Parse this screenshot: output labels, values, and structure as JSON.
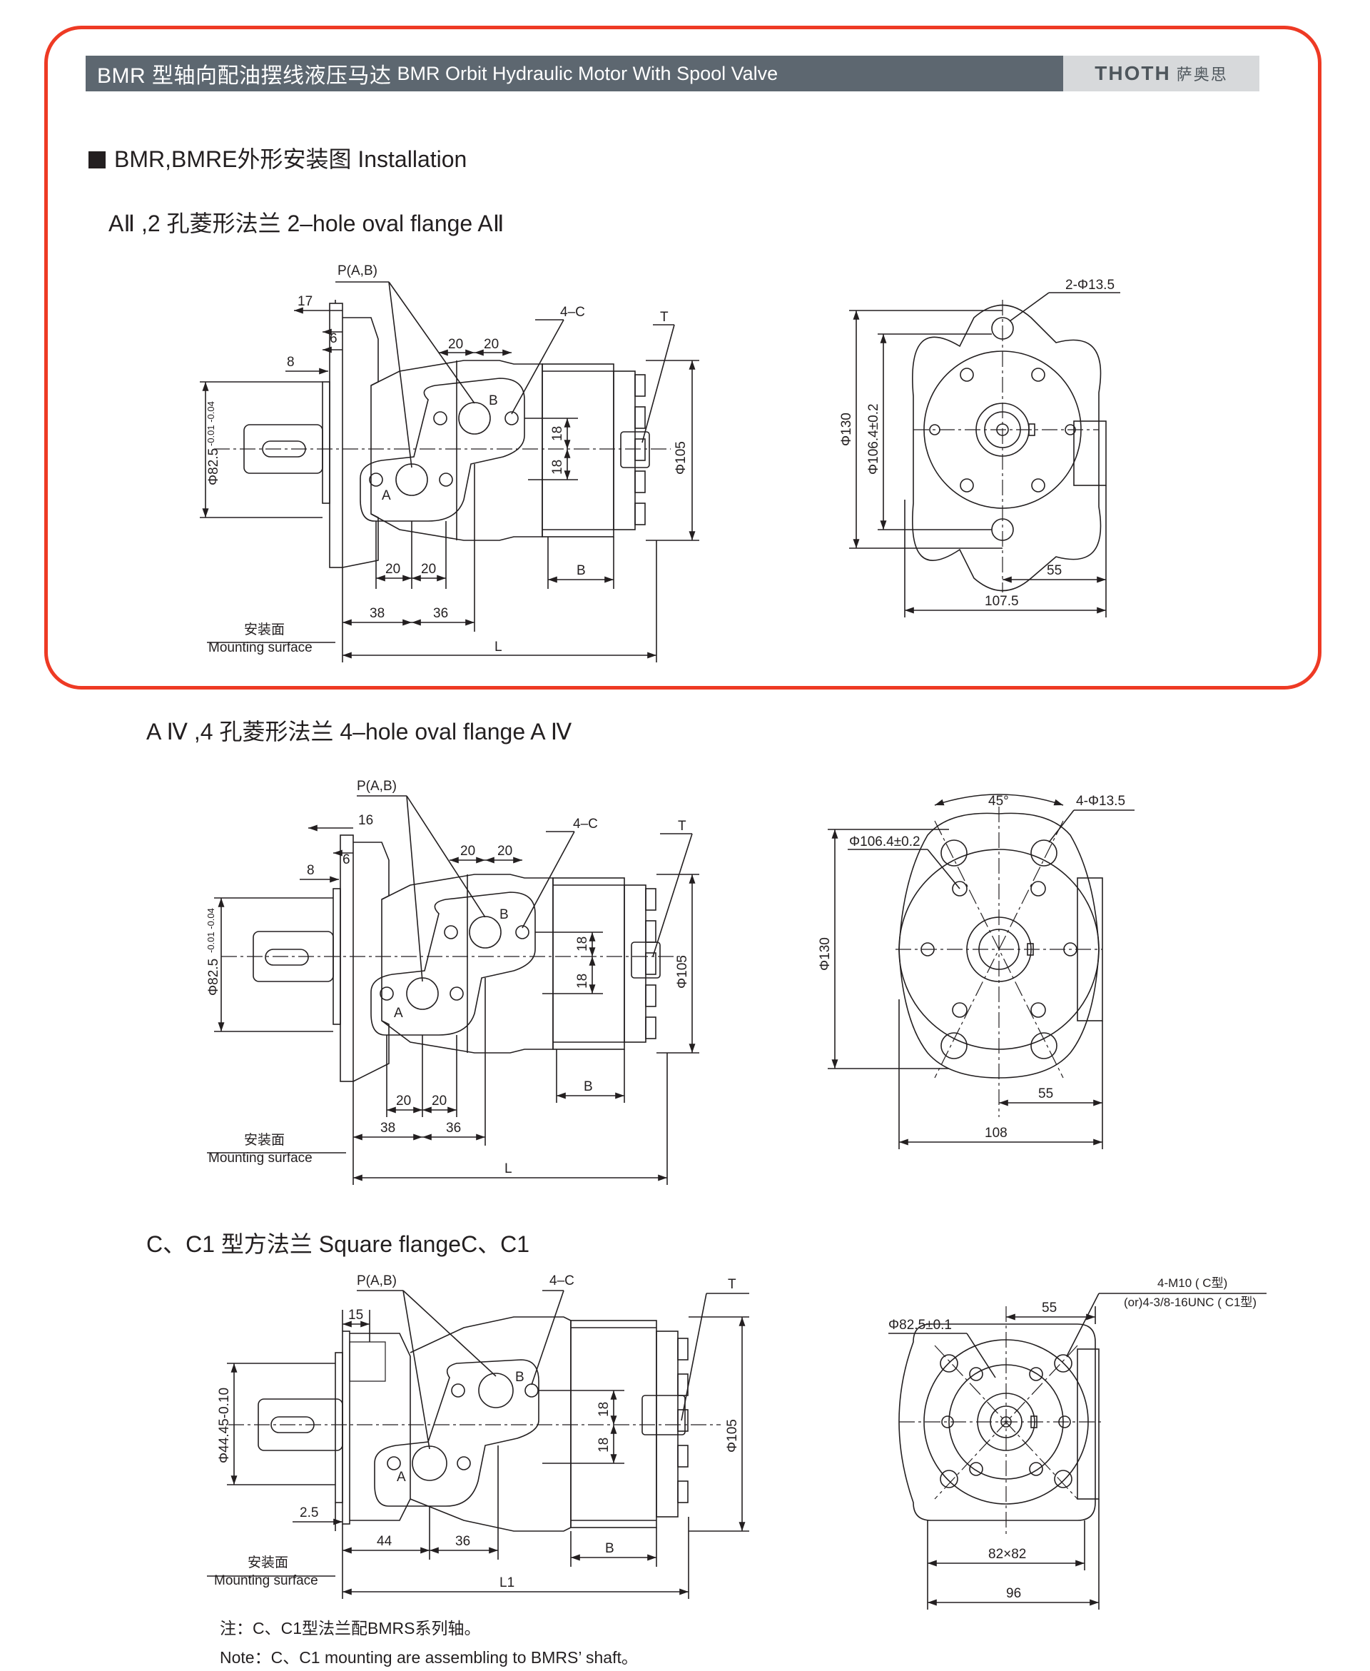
{
  "header": {
    "title_cn": "BMR 型轴向配油摆线液压马达",
    "title_en": "BMR Orbit Hydraulic Motor With Spool Valve",
    "brand": "THOTH",
    "brand_cn": "萨奥思"
  },
  "section_title": "BMR,BMRE外形安装图 Installation",
  "views": [
    {
      "title": "AⅡ ,2 孔菱形法兰  2–hole oval flange AⅡ",
      "labels": {
        "port": "P(A,B)",
        "thread": "4–C",
        "tank": "T",
        "a": "A",
        "b": "B",
        "d17": "17",
        "d6": "6",
        "d8": "8",
        "d20a": "20",
        "d20b": "20",
        "d18a": "18",
        "d18b": "18",
        "pilot": "Φ82.5",
        "pilot_tol": "-0.01 -0.04",
        "body_d": "Φ105",
        "d20c": "20",
        "d20d": "20",
        "bdim": "B",
        "d38": "38",
        "d36": "36",
        "ldim": "L",
        "mount_cn": "安装面",
        "mount_en": "Mounting surface",
        "holes": "2-Φ13.5",
        "flange_d": "Φ130",
        "bolt_circle": "Φ106.4±0.2",
        "d55": "55",
        "width": "107.5"
      }
    },
    {
      "title": "A Ⅳ ,4 孔菱形法兰  4–hole oval flange A Ⅳ",
      "labels": {
        "port": "P(A,B)",
        "thread": "4–C",
        "tank": "T",
        "a": "A",
        "b": "B",
        "d16": "16",
        "d6": "6",
        "d8": "8",
        "d20a": "20",
        "d20b": "20",
        "d18a": "18",
        "d18b": "18",
        "pilot": "Φ82.5",
        "pilot_tol": "-0.01 -0.04",
        "body_d": "Φ105",
        "d20c": "20",
        "d20d": "20",
        "bdim": "B",
        "d38": "38",
        "d36": "36",
        "ldim": "L",
        "mount_cn": "安装面",
        "mount_en": "Mounting surface",
        "angle": "45°",
        "holes": "4-Φ13.5",
        "bolt_circle": "Φ106.4±0.2",
        "flange_d": "Φ130",
        "d55": "55",
        "width": "108"
      }
    },
    {
      "title": "C、C1 型方法兰  Square flangeC、C1",
      "labels": {
        "port": "P(A,B)",
        "thread": "4–C",
        "tank": "T",
        "a": "A",
        "b": "B",
        "d15": "15",
        "pilot": "Φ44.45-0.10",
        "d18a": "18",
        "d18b": "18",
        "body_d": "Φ105",
        "d25": "2.5",
        "d44": "44",
        "d36": "36",
        "bdim": "B",
        "ldim": "L1",
        "mount_cn": "安装面",
        "mount_en": "Mounting surface",
        "bolt_circle": "Φ82.5±0.1",
        "d55": "55",
        "thread_c": "4-M10 ( C型)",
        "thread_c1": "(or)4-3/8-16UNC ( C1型)",
        "square": "82×82",
        "width": "96"
      }
    }
  ],
  "notes": {
    "cn": "注：C、C1型法兰配BMRS系列轴。",
    "en": "Note：C、C1 mounting are assembling to BMRS’ shaft。"
  }
}
